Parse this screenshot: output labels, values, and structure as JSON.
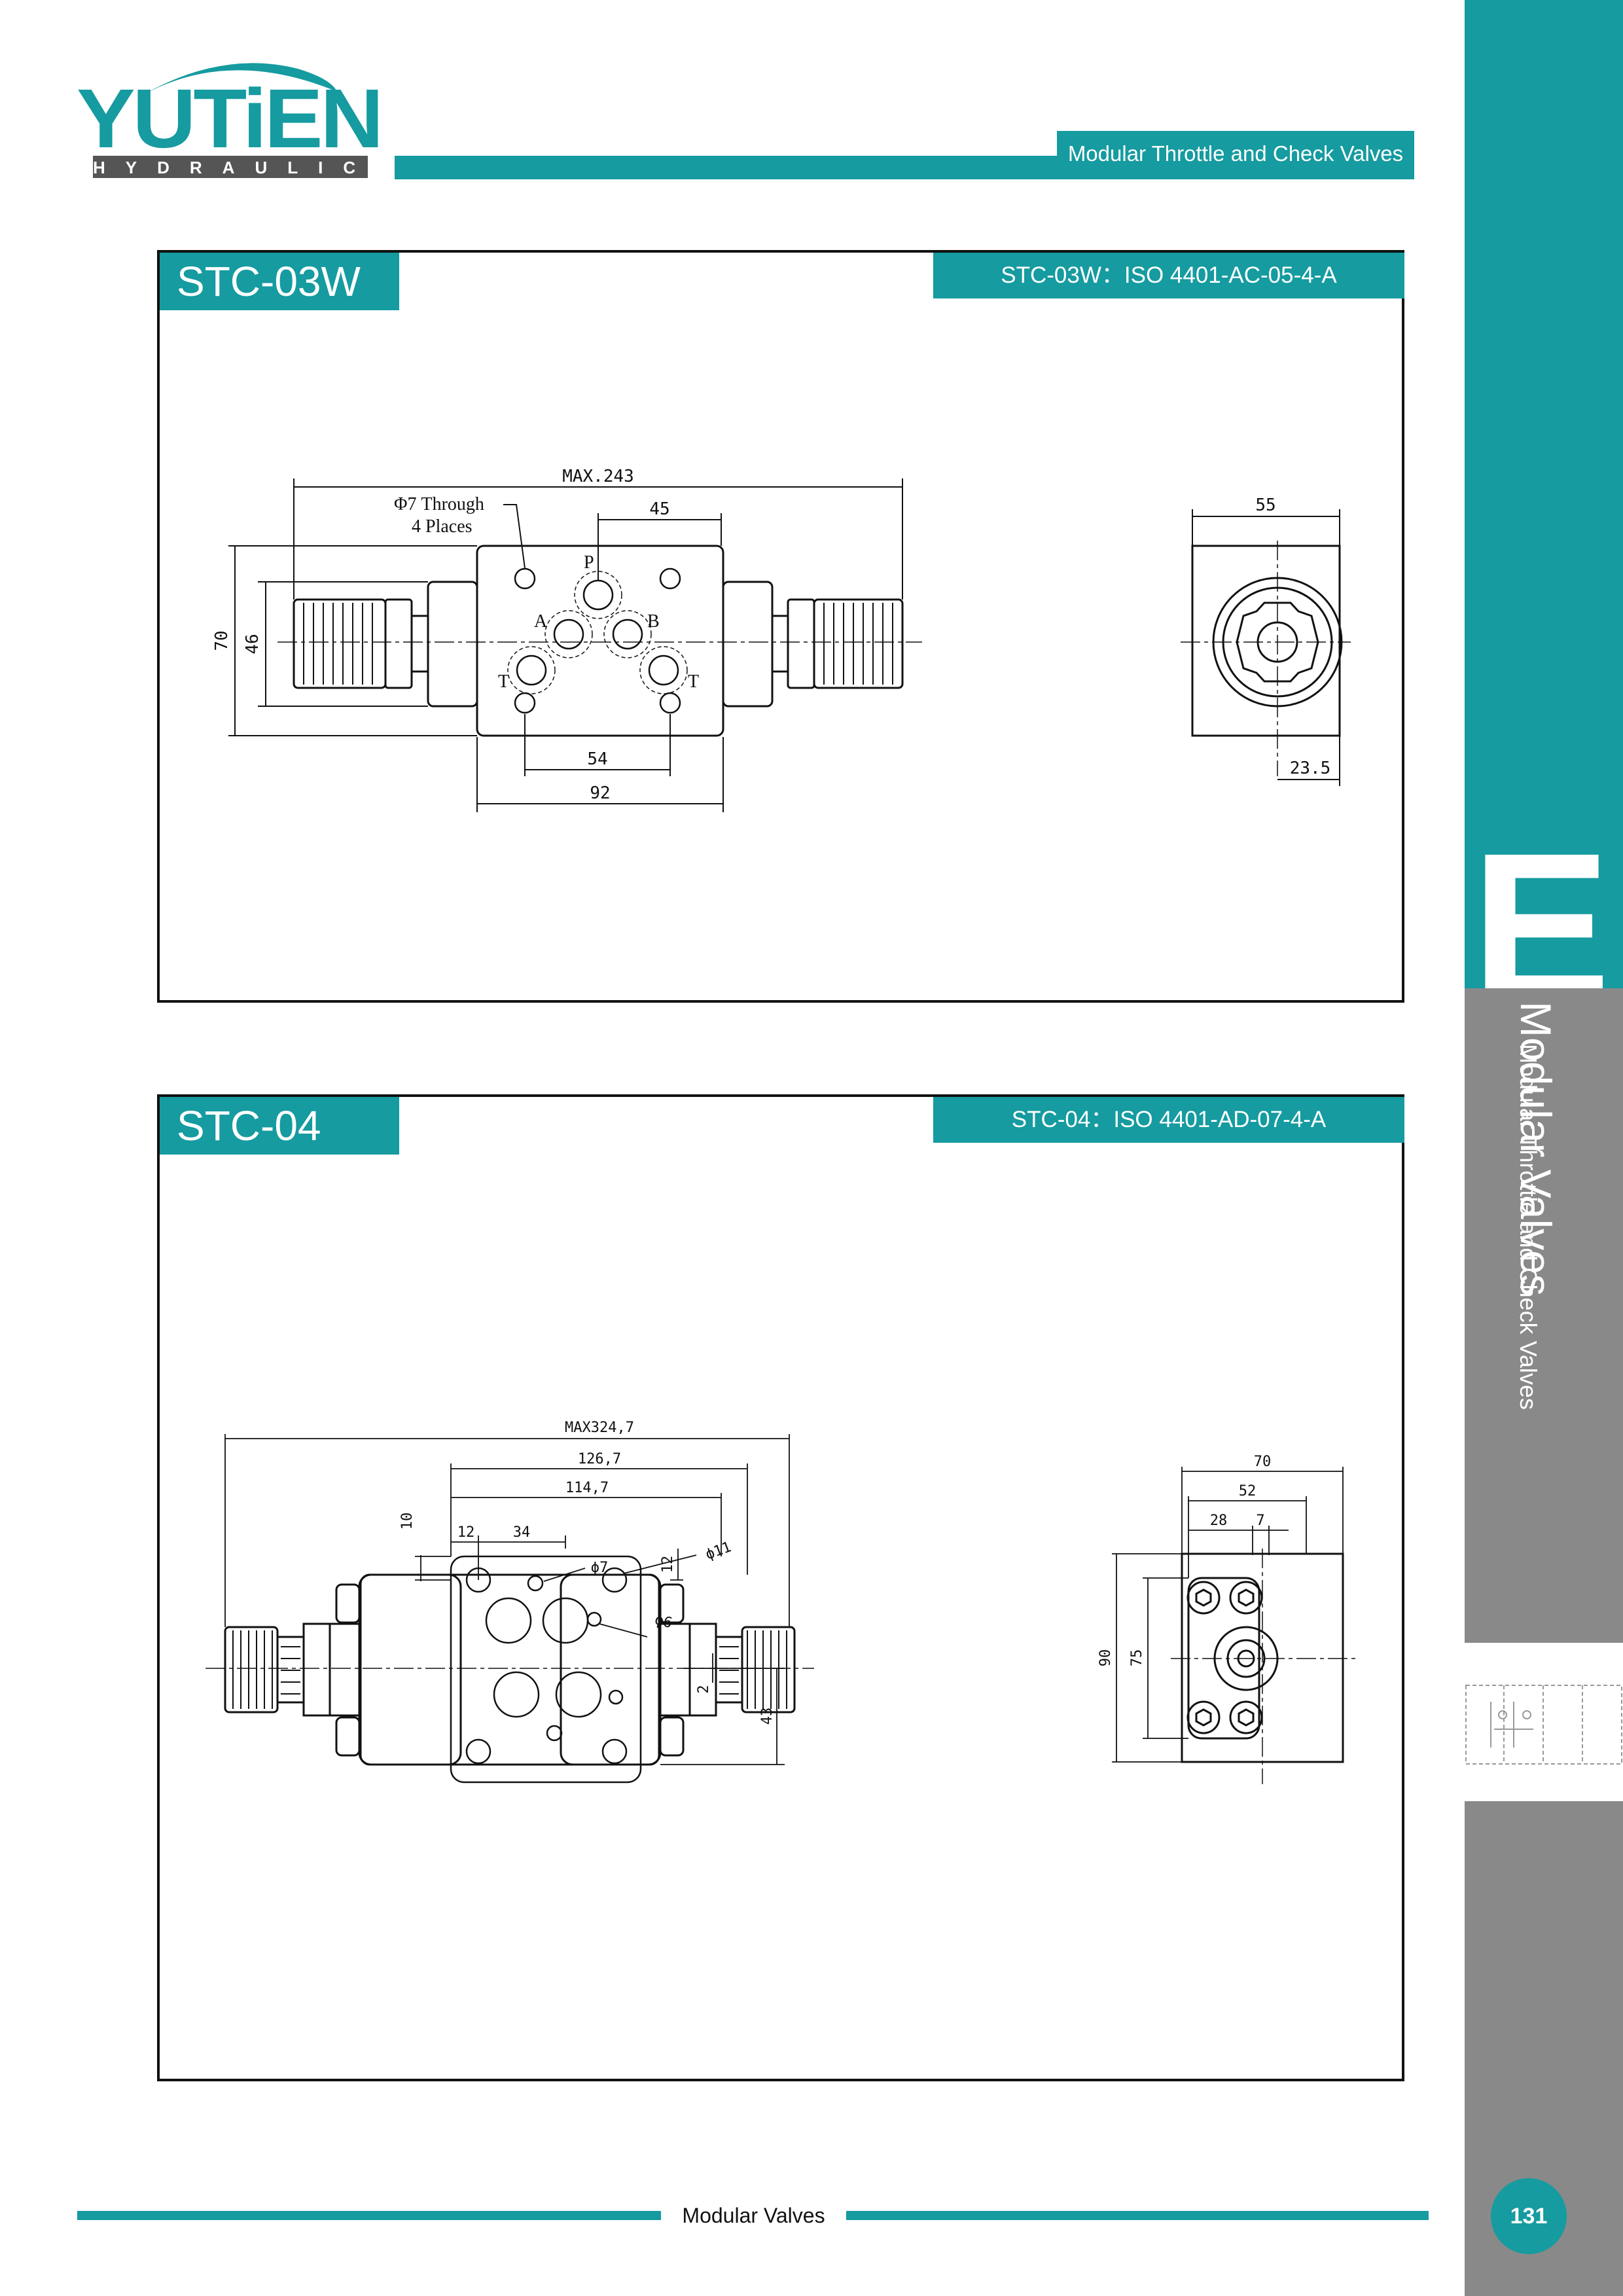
{
  "brand": {
    "logo_text": "YUTiEN",
    "logo_sub": "HYDRAULIC",
    "color_teal": "#159ba0",
    "color_grey": "#898989"
  },
  "header": {
    "section_title": "Modular Throttle and Check Valves"
  },
  "sidebar": {
    "section_letter": "E",
    "category": "Modular Valves",
    "subcategory": "Modular Throttle and Check Valves",
    "page_number": "131"
  },
  "footer": {
    "label": "Modular Valves"
  },
  "panels": [
    {
      "model": "STC-03W",
      "standard": "STC-03W：ISO 4401-AC-05-4-A",
      "front_view": {
        "dims": {
          "max": "MAX.243",
          "hole_pitch": "45",
          "pitch_54": "54",
          "width_92": "92",
          "height_70": "70",
          "height_46": "46"
        },
        "note_line1": "Φ7 Through",
        "note_line2": "4 Places",
        "ports": {
          "p": "P",
          "a": "A",
          "b": "B",
          "t1": "T",
          "t2": "T"
        }
      },
      "side_view": {
        "dims": {
          "width_55": "55",
          "offset_235": "23.5"
        }
      }
    },
    {
      "model": "STC-04",
      "standard": "STC-04：ISO 4401-AD-07-4-A",
      "front_view": {
        "dims": {
          "max": "MAX324,7",
          "d1267": "126,7",
          "d1147": "114,7",
          "d10": "10",
          "d12a": "12",
          "d34": "34",
          "d12b": "12",
          "phi7": "ϕ7",
          "phi11": "ϕ11",
          "phi6": "ϕ6",
          "d2": "2",
          "d43": "43"
        }
      },
      "side_view": {
        "dims": {
          "d70": "70",
          "d52": "52",
          "d28": "28",
          "d7": "7",
          "d90": "90",
          "d75": "75"
        }
      }
    }
  ]
}
